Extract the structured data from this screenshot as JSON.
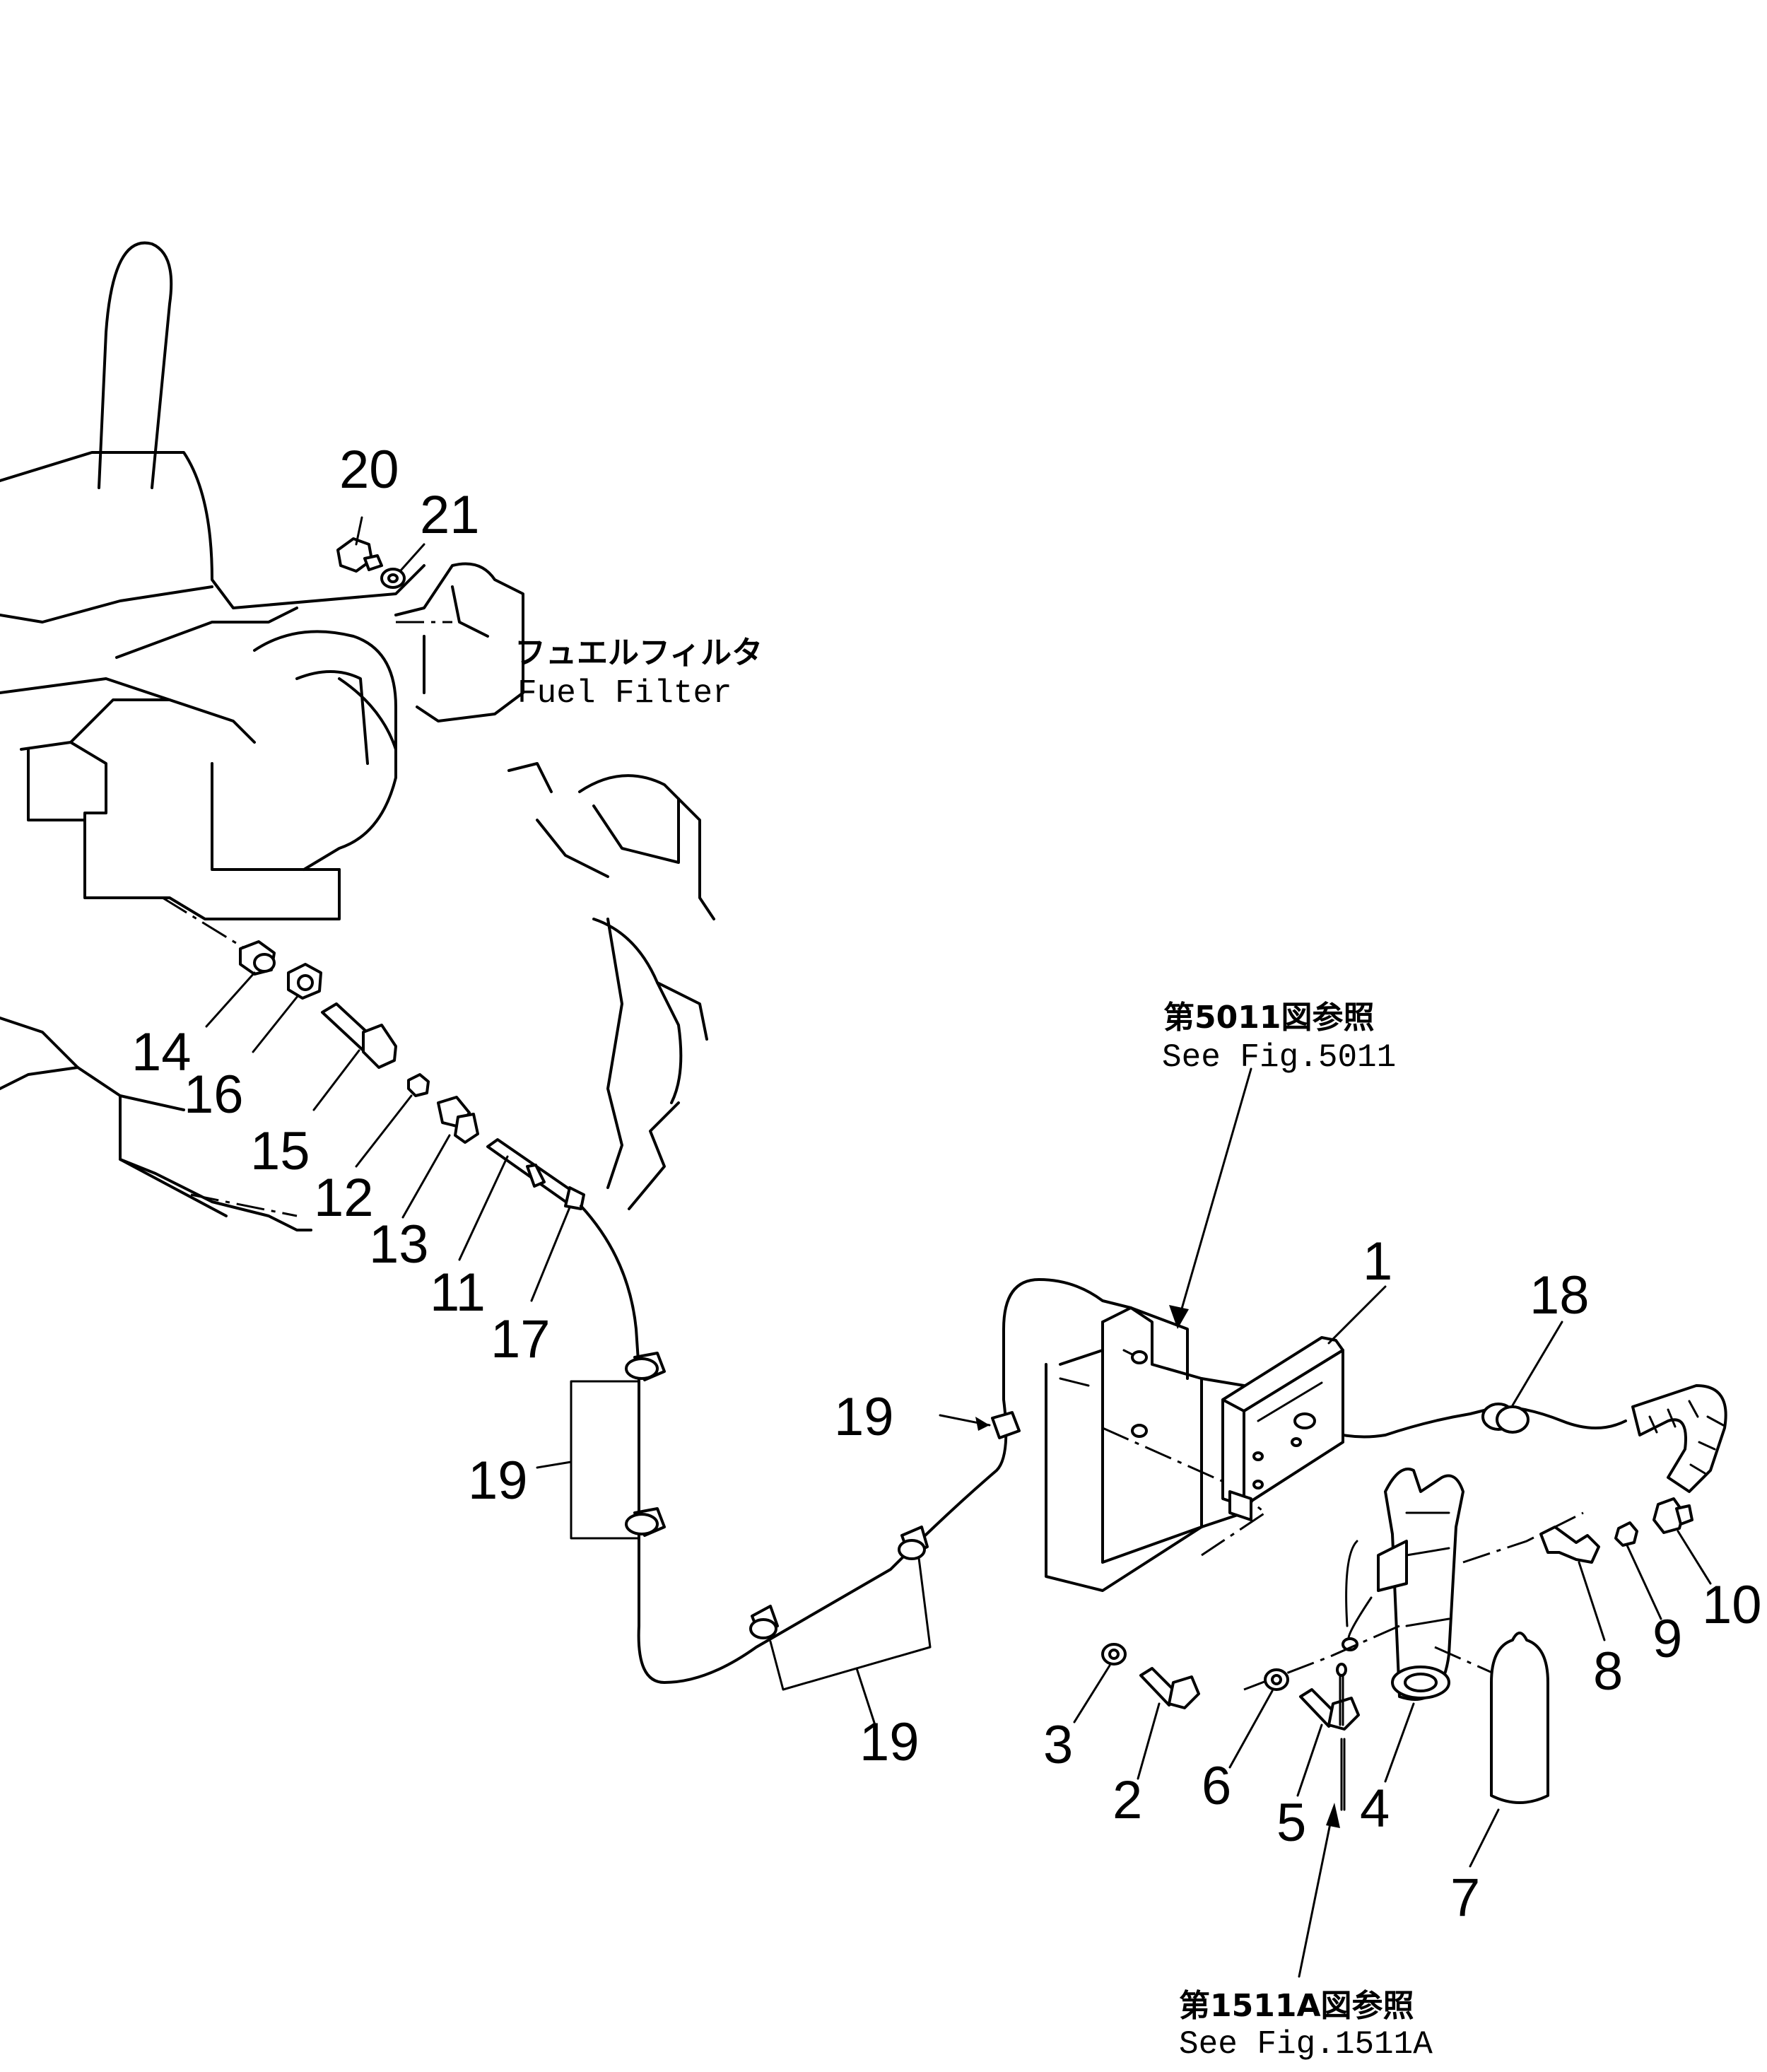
{
  "annotations": {
    "fuel_filter_jp": "フュエルフィルタ",
    "fuel_filter_en": "Fuel Filter",
    "fig5011_jp": "第5011図参照",
    "fig5011_en": "See Fig.5011",
    "fig1511a_jp": "第1511A図参照",
    "fig1511a_en": "See Fig.1511A"
  },
  "callouts": {
    "c1": "1",
    "c2": "2",
    "c3": "3",
    "c4": "4",
    "c5": "5",
    "c6": "6",
    "c7": "7",
    "c8": "8",
    "c9": "9",
    "c10": "10",
    "c11": "11",
    "c12": "12",
    "c13": "13",
    "c14": "14",
    "c15": "15",
    "c16": "16",
    "c17": "17",
    "c18": "18",
    "c19": "19",
    "c20": "20",
    "c21": "21"
  }
}
